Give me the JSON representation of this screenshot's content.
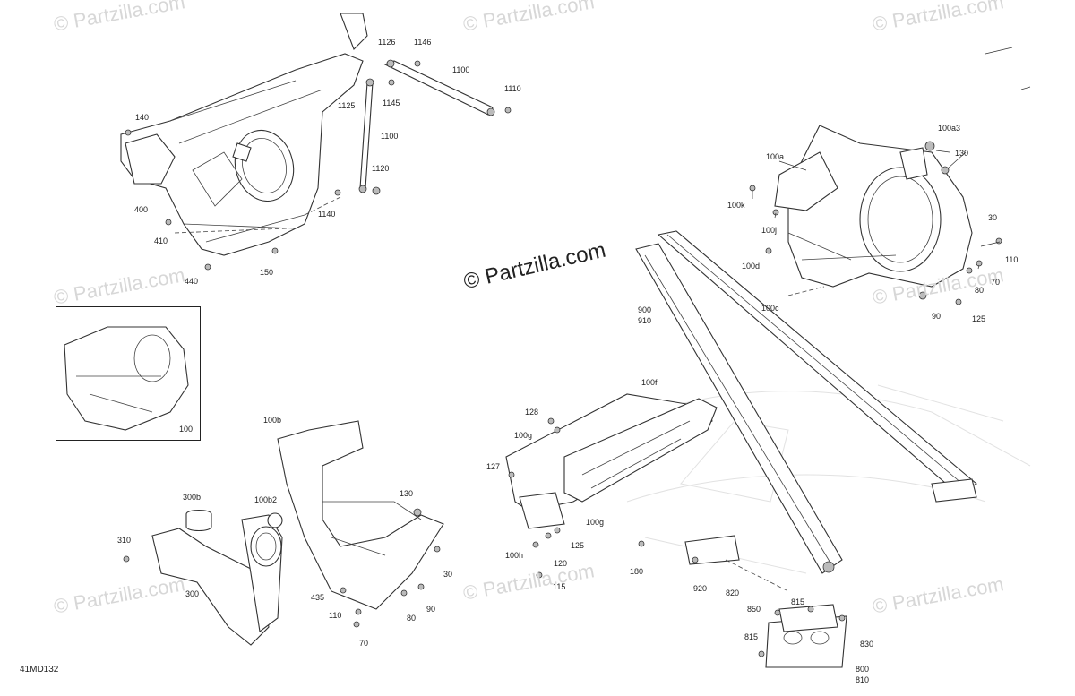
{
  "diagram": {
    "figure_code": "41MD132",
    "watermark_center": "© Partzilla.com",
    "watermark_repeat": "© Partzilla.com",
    "callouts": {
      "c1126": "1126",
      "c1146": "1146",
      "c1100a": "1100",
      "c1110": "1110",
      "c1125": "1125",
      "c1145": "1145",
      "c1100b": "1100",
      "c140": "140",
      "c1120": "1120",
      "c1140": "1140",
      "c400": "400",
      "c410": "410",
      "c150": "150",
      "c440": "440",
      "c100a3": "100a3",
      "c100a": "100a",
      "c130a": "130",
      "c100k": "100k",
      "c100j": "100j",
      "c30a": "30",
      "c100d": "100d",
      "c110a": "110",
      "c70a": "70",
      "c80a": "80",
      "c100c": "100c",
      "c90a": "90",
      "c125a": "125",
      "c100": "100",
      "c900": "900",
      "c910": "910",
      "c100f": "100f",
      "c128": "128",
      "c100g_a": "100g",
      "c127": "127",
      "c100g_b": "100g",
      "c125b": "125",
      "c100h": "100h",
      "c120": "120",
      "c115": "115",
      "c180": "180",
      "c920": "920",
      "c820": "820",
      "c850": "850",
      "c815a": "815",
      "c815b": "815",
      "c830": "830",
      "c800": "800",
      "c810": "810",
      "c100b": "100b",
      "c300b": "300b",
      "c100b2": "100b2",
      "c130b": "130",
      "c310": "310",
      "c300": "300",
      "c30b": "30",
      "c435": "435",
      "c110b": "110",
      "c80b": "80",
      "c90b": "90",
      "c70b": "70"
    }
  }
}
